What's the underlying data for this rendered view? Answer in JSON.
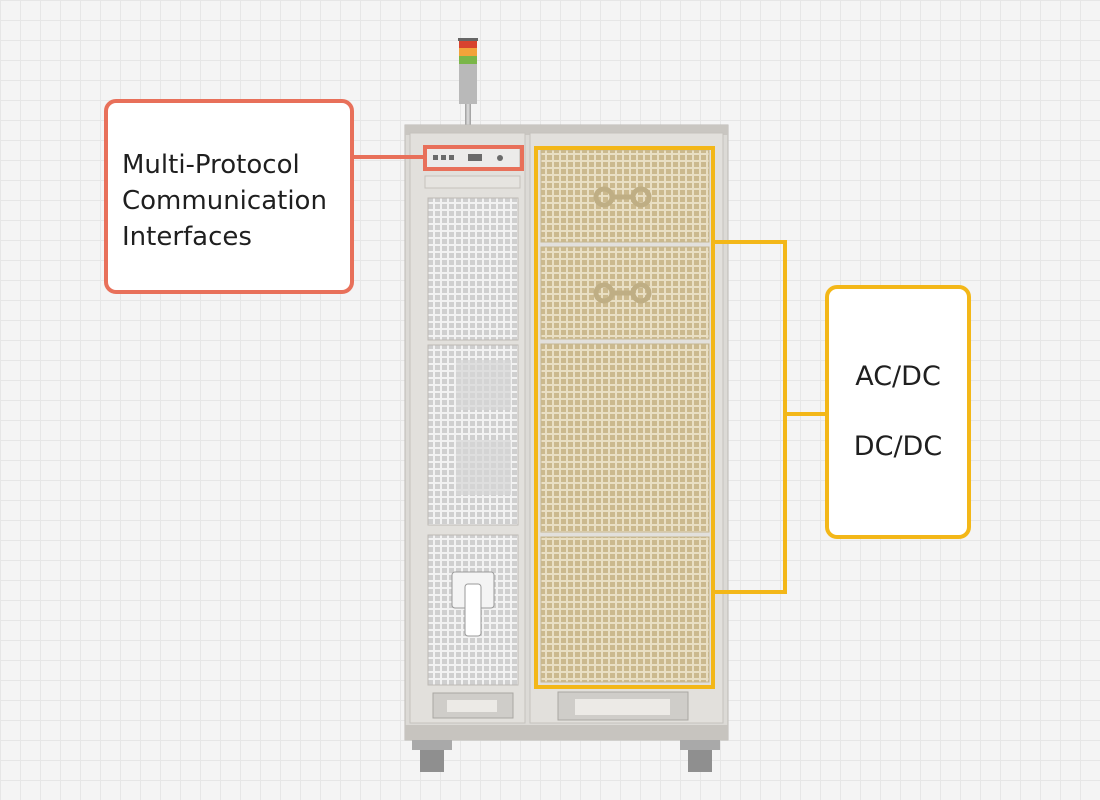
{
  "callouts": {
    "communication": {
      "lines": [
        "Multi-Protocol",
        "Communication",
        "Interfaces"
      ],
      "color": "#e8705a"
    },
    "power_modules": {
      "lines": [
        "AC/DC",
        "DC/DC"
      ],
      "color": "#f3b718"
    }
  },
  "colors": {
    "cabinet_frame": "#d6d4d0",
    "cabinet_dark": "#bdbab5",
    "mesh_panel_left": "#c9c9c9",
    "mesh_panel_right": "#d9c9a2",
    "signal_light_red": "#d8432f",
    "signal_light_orange": "#f2a33a",
    "signal_light_green": "#4caf50"
  }
}
